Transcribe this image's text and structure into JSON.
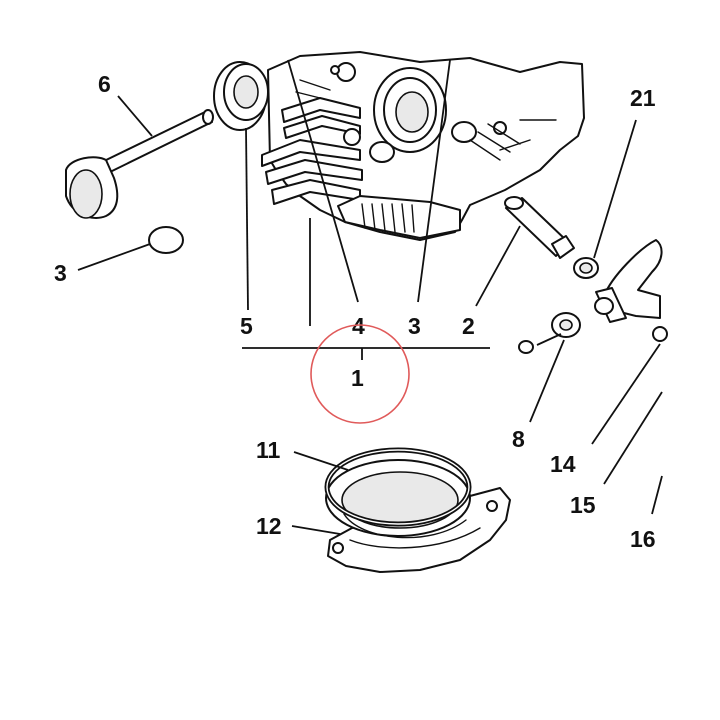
{
  "diagram": {
    "callouts": {
      "c1": "1",
      "c2": "2",
      "c3": "3",
      "c4": "4",
      "c5": "5",
      "c6": "6",
      "c8": "8",
      "c11": "11",
      "c12": "12",
      "c13": "3",
      "c14": "14",
      "c15": "15",
      "c16": "16",
      "c21": "21"
    },
    "colors": {
      "ink": "#111111",
      "highlight_circle": "#e05a5a",
      "background": "#ffffff"
    }
  }
}
